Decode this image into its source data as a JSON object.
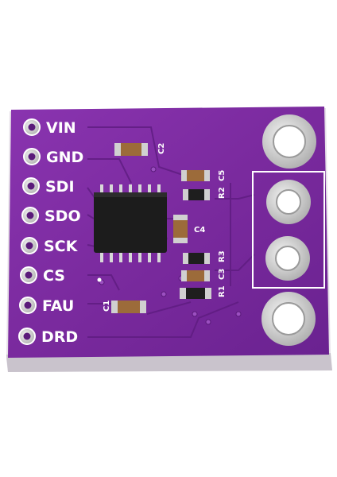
{
  "board": {
    "pins": [
      {
        "label": "VIN"
      },
      {
        "label": "GND"
      },
      {
        "label": "SDI"
      },
      {
        "label": "SDO"
      },
      {
        "label": "SCK"
      },
      {
        "label": "CS"
      },
      {
        "label": "FAU"
      },
      {
        "label": "DRD"
      }
    ],
    "silkscreen": {
      "c2": "C2",
      "c5": "C5",
      "r2": "R2",
      "c4": "C4",
      "r3": "R3",
      "c3": "C3",
      "r1": "R1",
      "c1": "C1"
    },
    "colors": {
      "pcb": "#7a2a9e",
      "pcb_edge": "#4a1468",
      "pad": "#d9d9d9",
      "chip": "#1c1c1c"
    }
  }
}
